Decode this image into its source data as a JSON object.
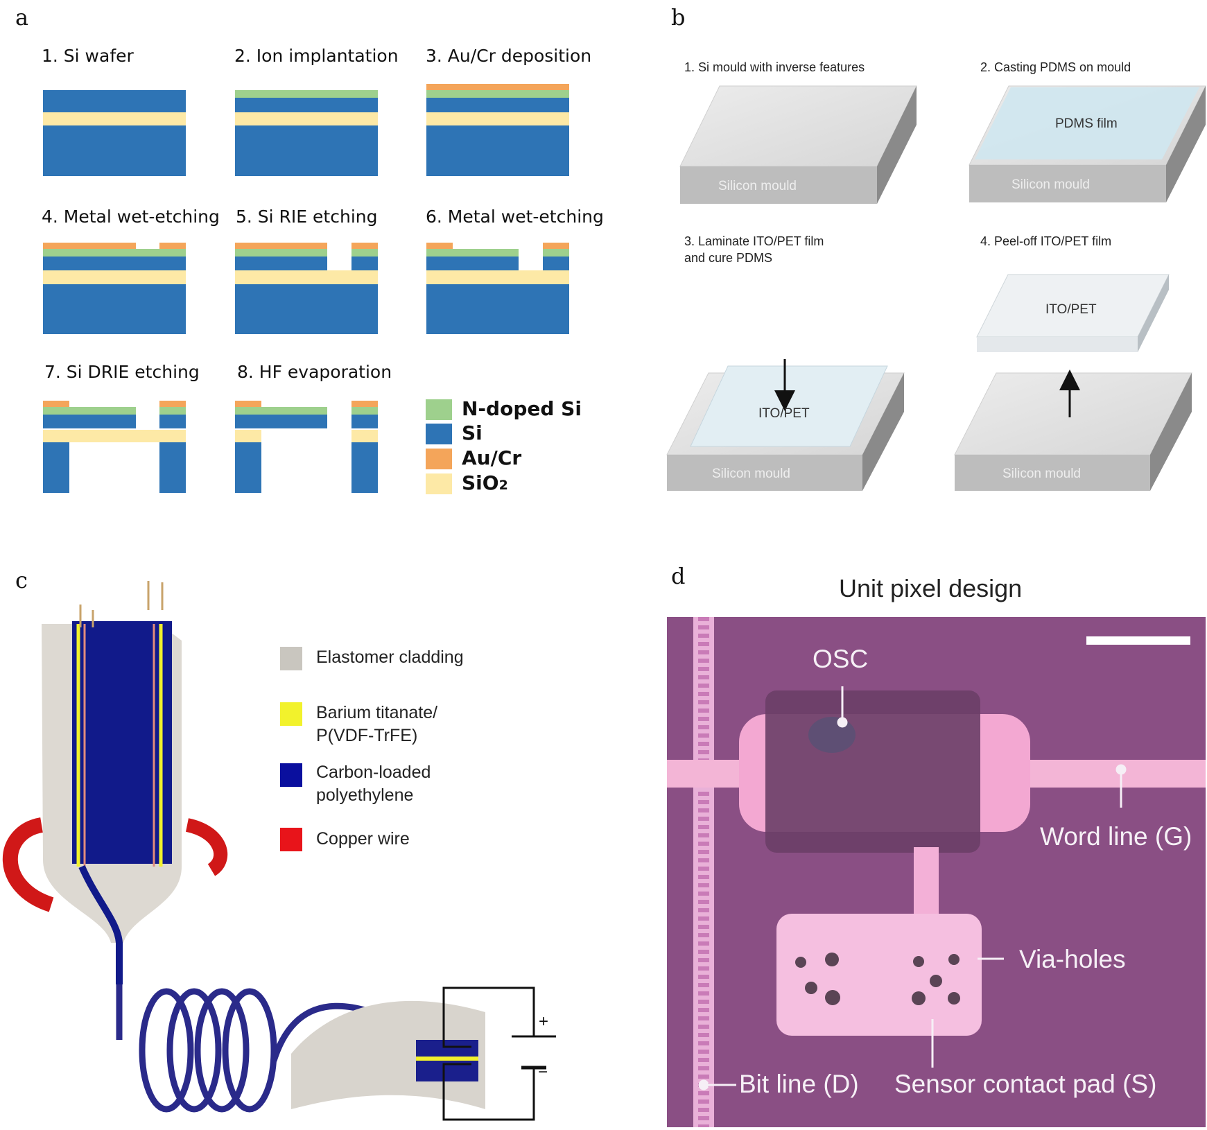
{
  "panels": {
    "a": {
      "letter": "a",
      "steps": [
        "1. Si wafer",
        "2. Ion implantation",
        "3. Au/Cr deposition",
        "4. Metal wet-etching",
        "5. Si RIE etching",
        "6. Metal wet-etching",
        "7. Si DRIE etching",
        "8. HF evaporation"
      ],
      "legend": [
        {
          "label": "N-doped Si",
          "color": "#9ed08d"
        },
        {
          "label": "Si",
          "color": "#2e74b5"
        },
        {
          "label": "Au/Cr",
          "color": "#f4a55a"
        },
        {
          "label": "SiO",
          "sub": "2",
          "color": "#fde9a6"
        }
      ]
    },
    "b": {
      "letter": "b",
      "steps": [
        "1. Si mould with inverse features",
        "2. Casting PDMS on mould",
        "3. Laminate ITO/PET film",
        "and cure PDMS",
        "4. Peel-off ITO/PET film"
      ],
      "labels": {
        "mould": "Silicon mould",
        "pdms": "PDMS film",
        "ito": "ITO/PET"
      }
    },
    "c": {
      "letter": "c",
      "legend": [
        {
          "label": "Elastomer cladding",
          "color": "#c9c6bf"
        },
        {
          "label": "Barium titanate/ P(VDF-TrFE)",
          "color": "#f2f22c"
        },
        {
          "label": "Carbon-loaded polyethylene",
          "color": "#0a0f9e"
        },
        {
          "label": "Copper wire",
          "color": "#e8141a"
        }
      ],
      "plus": "+",
      "minus": "−"
    },
    "d": {
      "letter": "d",
      "title": "Unit pixel design",
      "labels": {
        "osc": "OSC",
        "word_line": "Word line (G)",
        "via_holes": "Via-holes",
        "bit_line": "Bit line (D)",
        "sensor_pad": "Sensor contact pad (S)"
      }
    }
  }
}
